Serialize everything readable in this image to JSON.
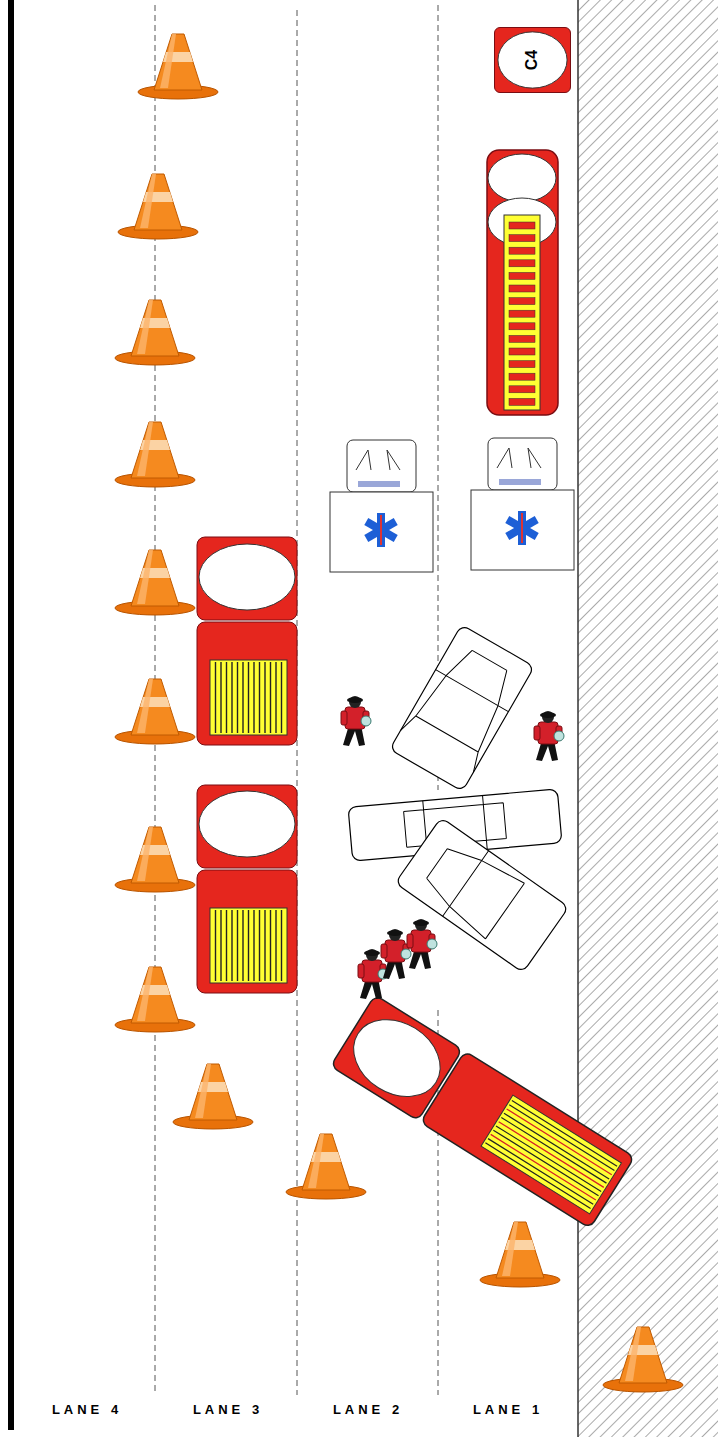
{
  "diagram": {
    "nodes": [
      {
        "text": [
          "C4"
        ]
      }
    ],
    "labels": [
      "LANE 4",
      "LANE 3",
      "LANE 2",
      "LANE 1"
    ]
  }
}
